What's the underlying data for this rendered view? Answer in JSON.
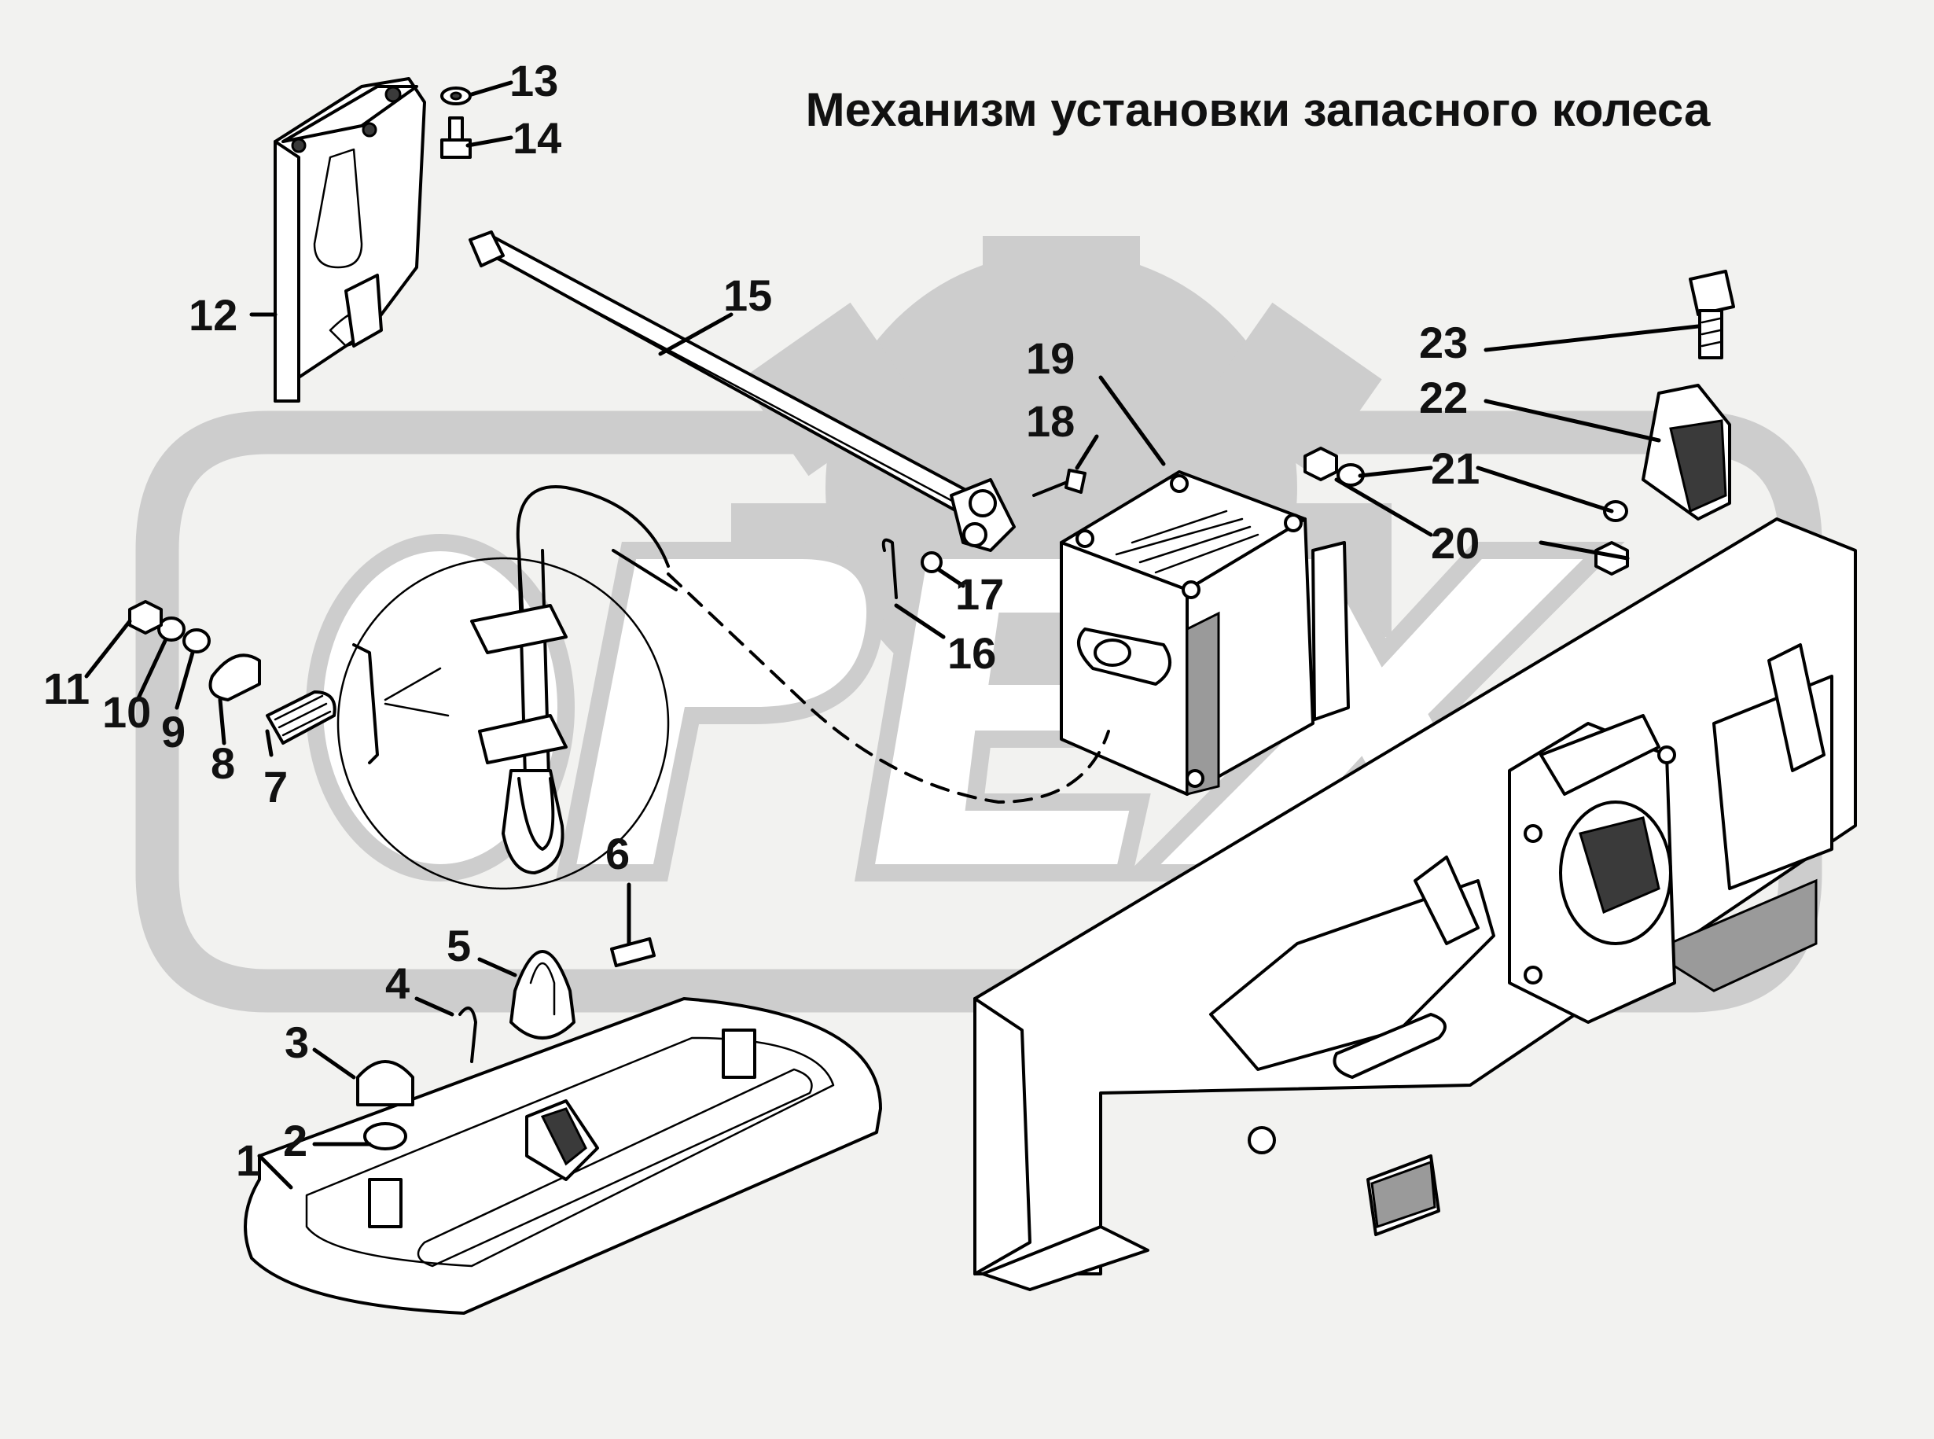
{
  "title": "Механизм установки запасного колеса",
  "watermark": {
    "text": "OPEX",
    "color": "#cdcdcd"
  },
  "callouts": [
    "1",
    "2",
    "3",
    "4",
    "5",
    "6",
    "7",
    "8",
    "9",
    "10",
    "11",
    "12",
    "13",
    "14",
    "15",
    "16",
    "17",
    "18",
    "19",
    "20",
    "21",
    "22",
    "23"
  ],
  "colors": {
    "background": "#f2f2f0",
    "ink": "#000000",
    "watermark": "#cdcdcd"
  }
}
